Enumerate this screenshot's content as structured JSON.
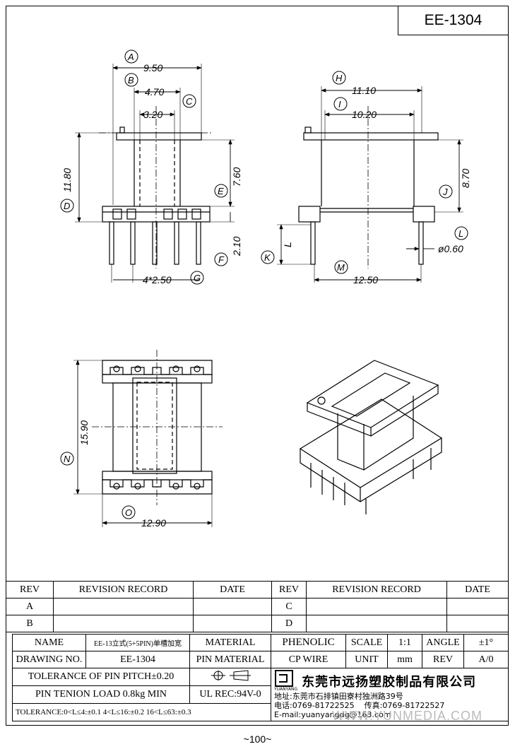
{
  "title": "EE-1304",
  "dims": {
    "A": "9.50",
    "B": "4.70",
    "C_inner": "3.20",
    "D": "11.80",
    "E": "7.60",
    "F": "2.10",
    "G": "4*2.50",
    "H": "11.10",
    "I": "10.20",
    "J": "8.70",
    "K": "L",
    "L": "ø0.60",
    "M": "12.50",
    "N": "15.90",
    "O": "12.90"
  },
  "circle_labels": [
    "A",
    "B",
    "C",
    "D",
    "E",
    "F",
    "G",
    "H",
    "I",
    "J",
    "K",
    "L",
    "M",
    "N",
    "O"
  ],
  "revision": {
    "headers": [
      "REV",
      "REVISION RECORD",
      "DATE",
      "REV",
      "REVISION RECORD",
      "DATE"
    ],
    "rows": [
      [
        "A",
        "",
        "",
        "C",
        "",
        ""
      ],
      [
        "B",
        "",
        "",
        "D",
        "",
        ""
      ]
    ]
  },
  "block": {
    "name_label": "NAME",
    "name_value": "EE-13立式(5+5PIN)单槽加宽",
    "material_label": "MATERIAL",
    "material_value": "PHENOLIC",
    "scale_label": "SCALE",
    "scale_value": "1:1",
    "angle_label": "ANGLE",
    "angle_value": "±1°",
    "drawing_no_label": "DRAWING NO.",
    "drawing_no_value": "EE-1304",
    "pin_material_label": "PIN MATERIAL",
    "pin_material_value": "CP WIRE",
    "unit_label": "UNIT",
    "unit_value": "mm",
    "rev_label": "REV",
    "rev_value": "A/0",
    "tol_pitch": "TOLERANCE OF PIN PITCH±0.20",
    "tension": "PIN TENION LOAD 0.8kg MIN",
    "ul": "UL REC:94V-0",
    "tolerance": "TOLERANCE:0<L≤4:±0.1  4<L≤16:±0.2  16<L≤63:±0.3",
    "logo_text": "YUANYANG",
    "company": "东莞市远扬塑胶制品有限公司",
    "address": "地址:东莞市石排镇田寮村独洲路39号",
    "phone": "电话:0769-81722525",
    "fax": "传真:0769-81722527",
    "email": "E-mail:yuanyangdg@163.com"
  },
  "watermark": "WWW.YUNMEDIA.COM",
  "page_number": "~100~"
}
